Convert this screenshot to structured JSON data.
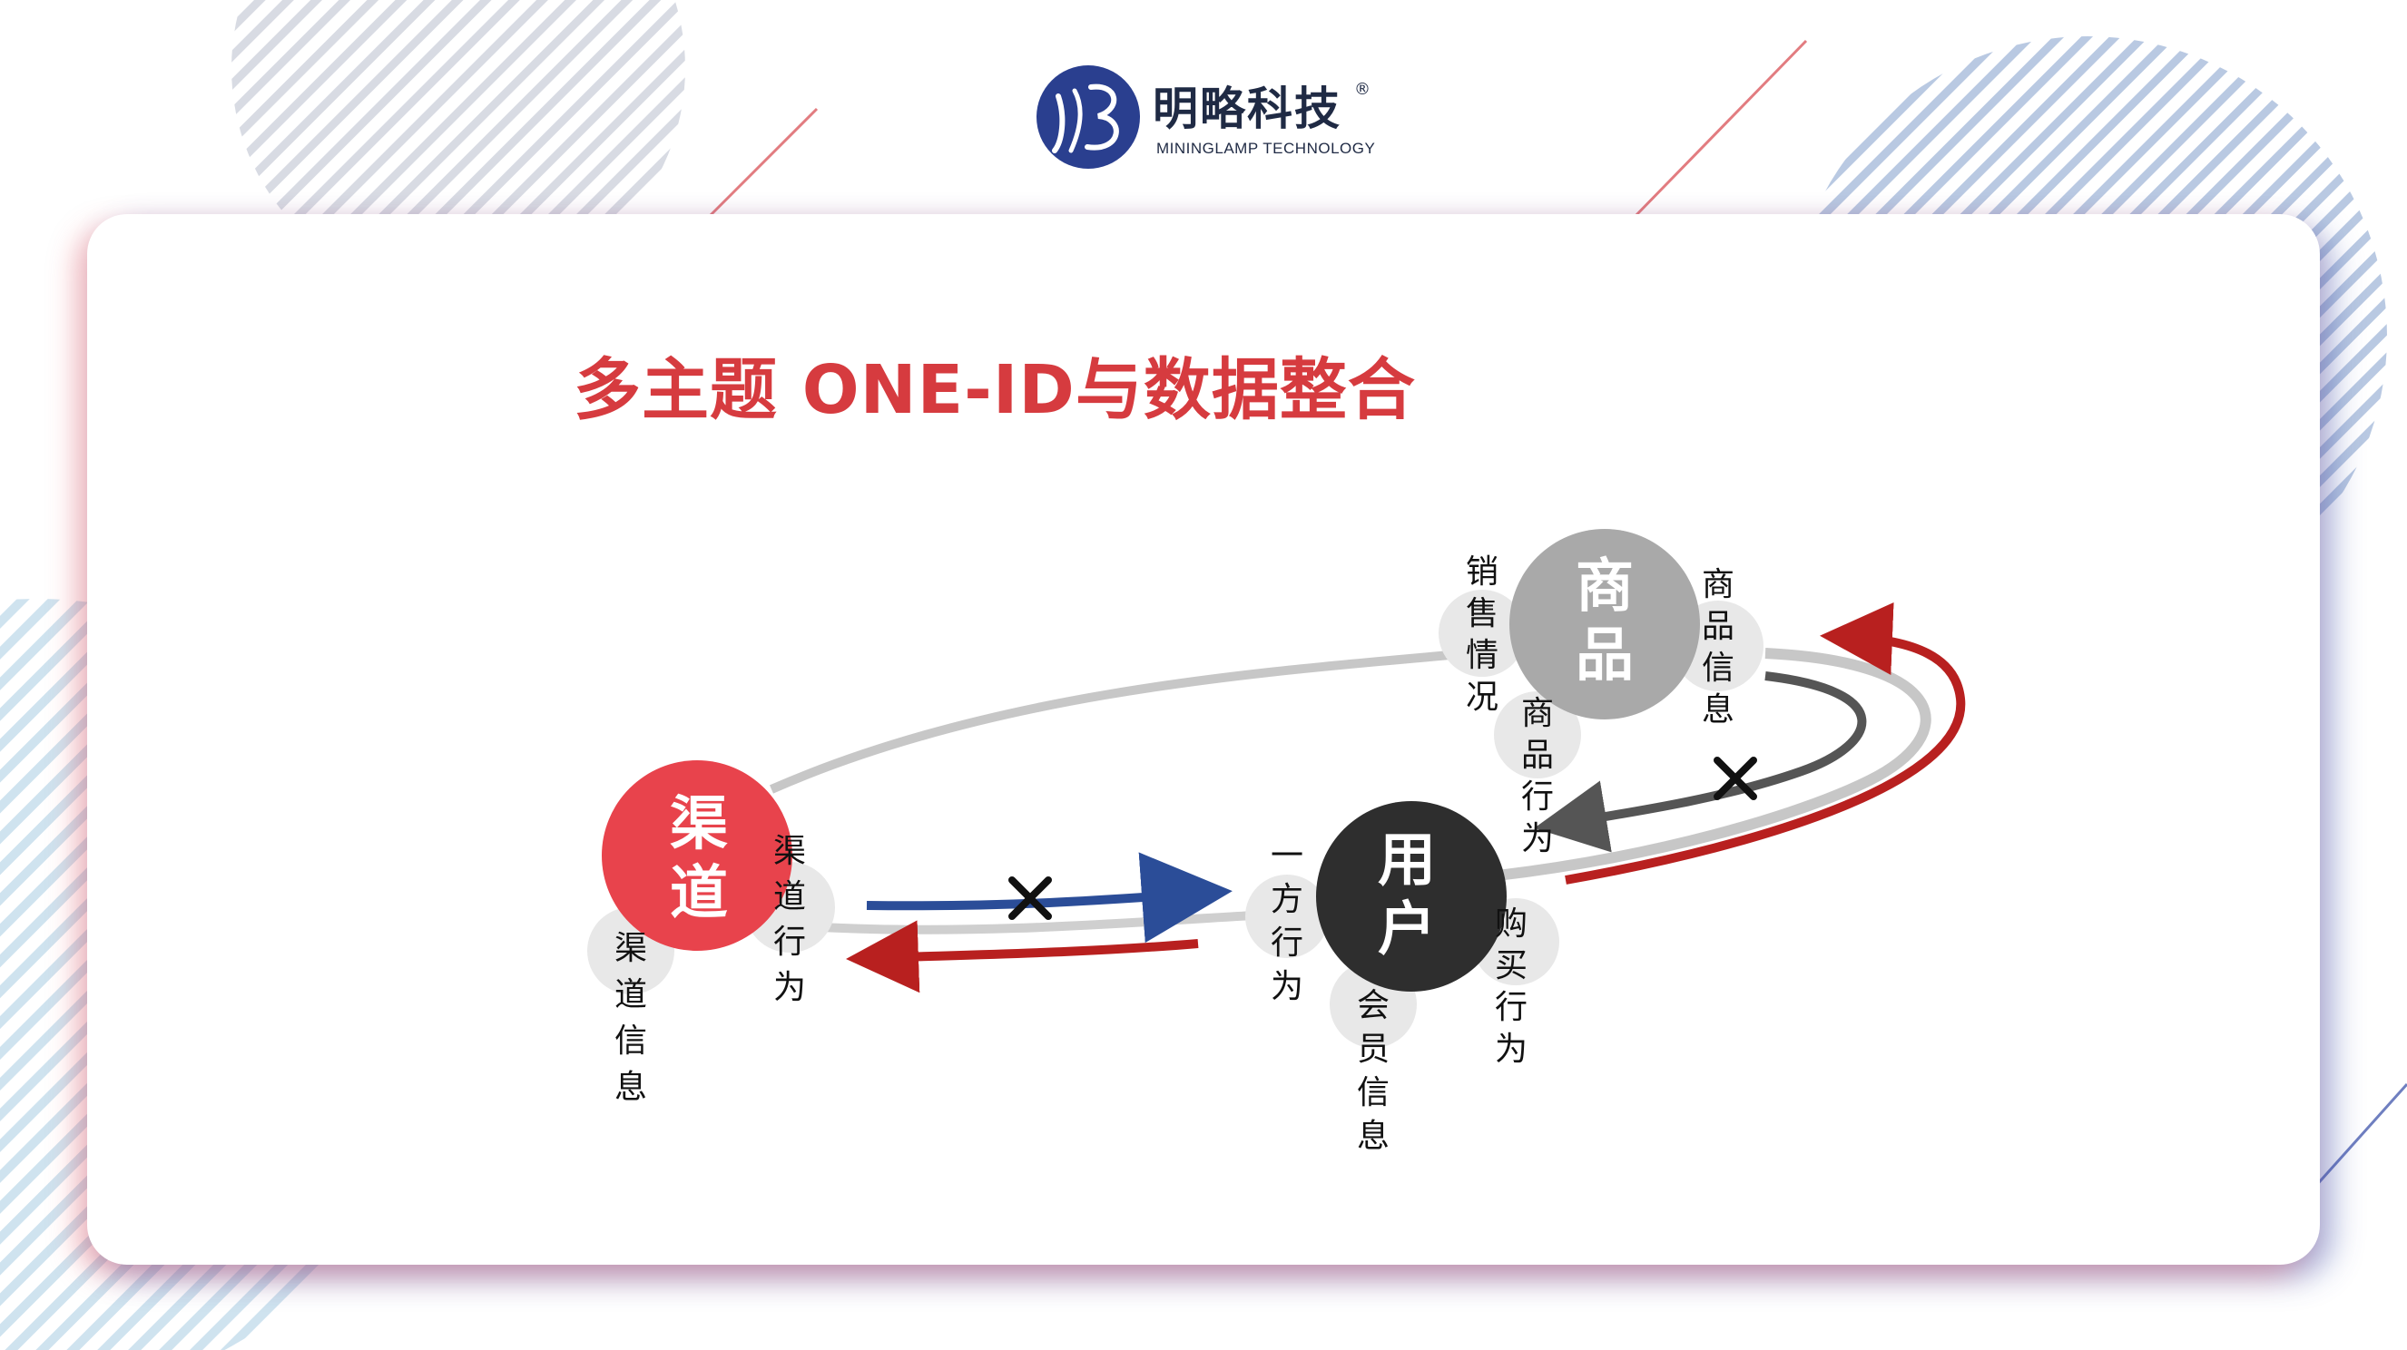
{
  "brand": {
    "name_cn": "明略科技",
    "registered_mark": "®",
    "name_en": "MININGLAMP TECHNOLOGY"
  },
  "slide": {
    "title": "多主题 ONE-ID与数据整合"
  },
  "nodes": {
    "channel": {
      "label_chars": [
        "渠",
        "道"
      ],
      "color": "#e8434c"
    },
    "user": {
      "label_chars": [
        "用",
        "户"
      ],
      "color": "#2e2e2e"
    },
    "product": {
      "label_chars": [
        "商",
        "品"
      ],
      "color": "#a9a9a9"
    }
  },
  "satellites": {
    "channel_info": [
      "渠",
      "道",
      "信",
      "息"
    ],
    "channel_behavior": [
      "渠",
      "道",
      "行",
      "为"
    ],
    "first_party_behavior": [
      "一",
      "方",
      "行",
      "为"
    ],
    "member_info": [
      "会",
      "员",
      "信",
      "息"
    ],
    "purchase_behavior": [
      "购",
      "买",
      "行",
      "为"
    ],
    "sales_status": [
      "销",
      "售",
      "情",
      "况"
    ],
    "product_behavior": [
      "商",
      "品",
      "行",
      "为"
    ],
    "product_info": [
      "商",
      "品",
      "信",
      "息"
    ]
  },
  "colors": {
    "accent_red": "#d63b3f",
    "arrow_blue": "#2b4d98",
    "arrow_red": "#b8201f",
    "arrow_gray": "#555555",
    "orbit_gray": "#c7c7c7"
  }
}
